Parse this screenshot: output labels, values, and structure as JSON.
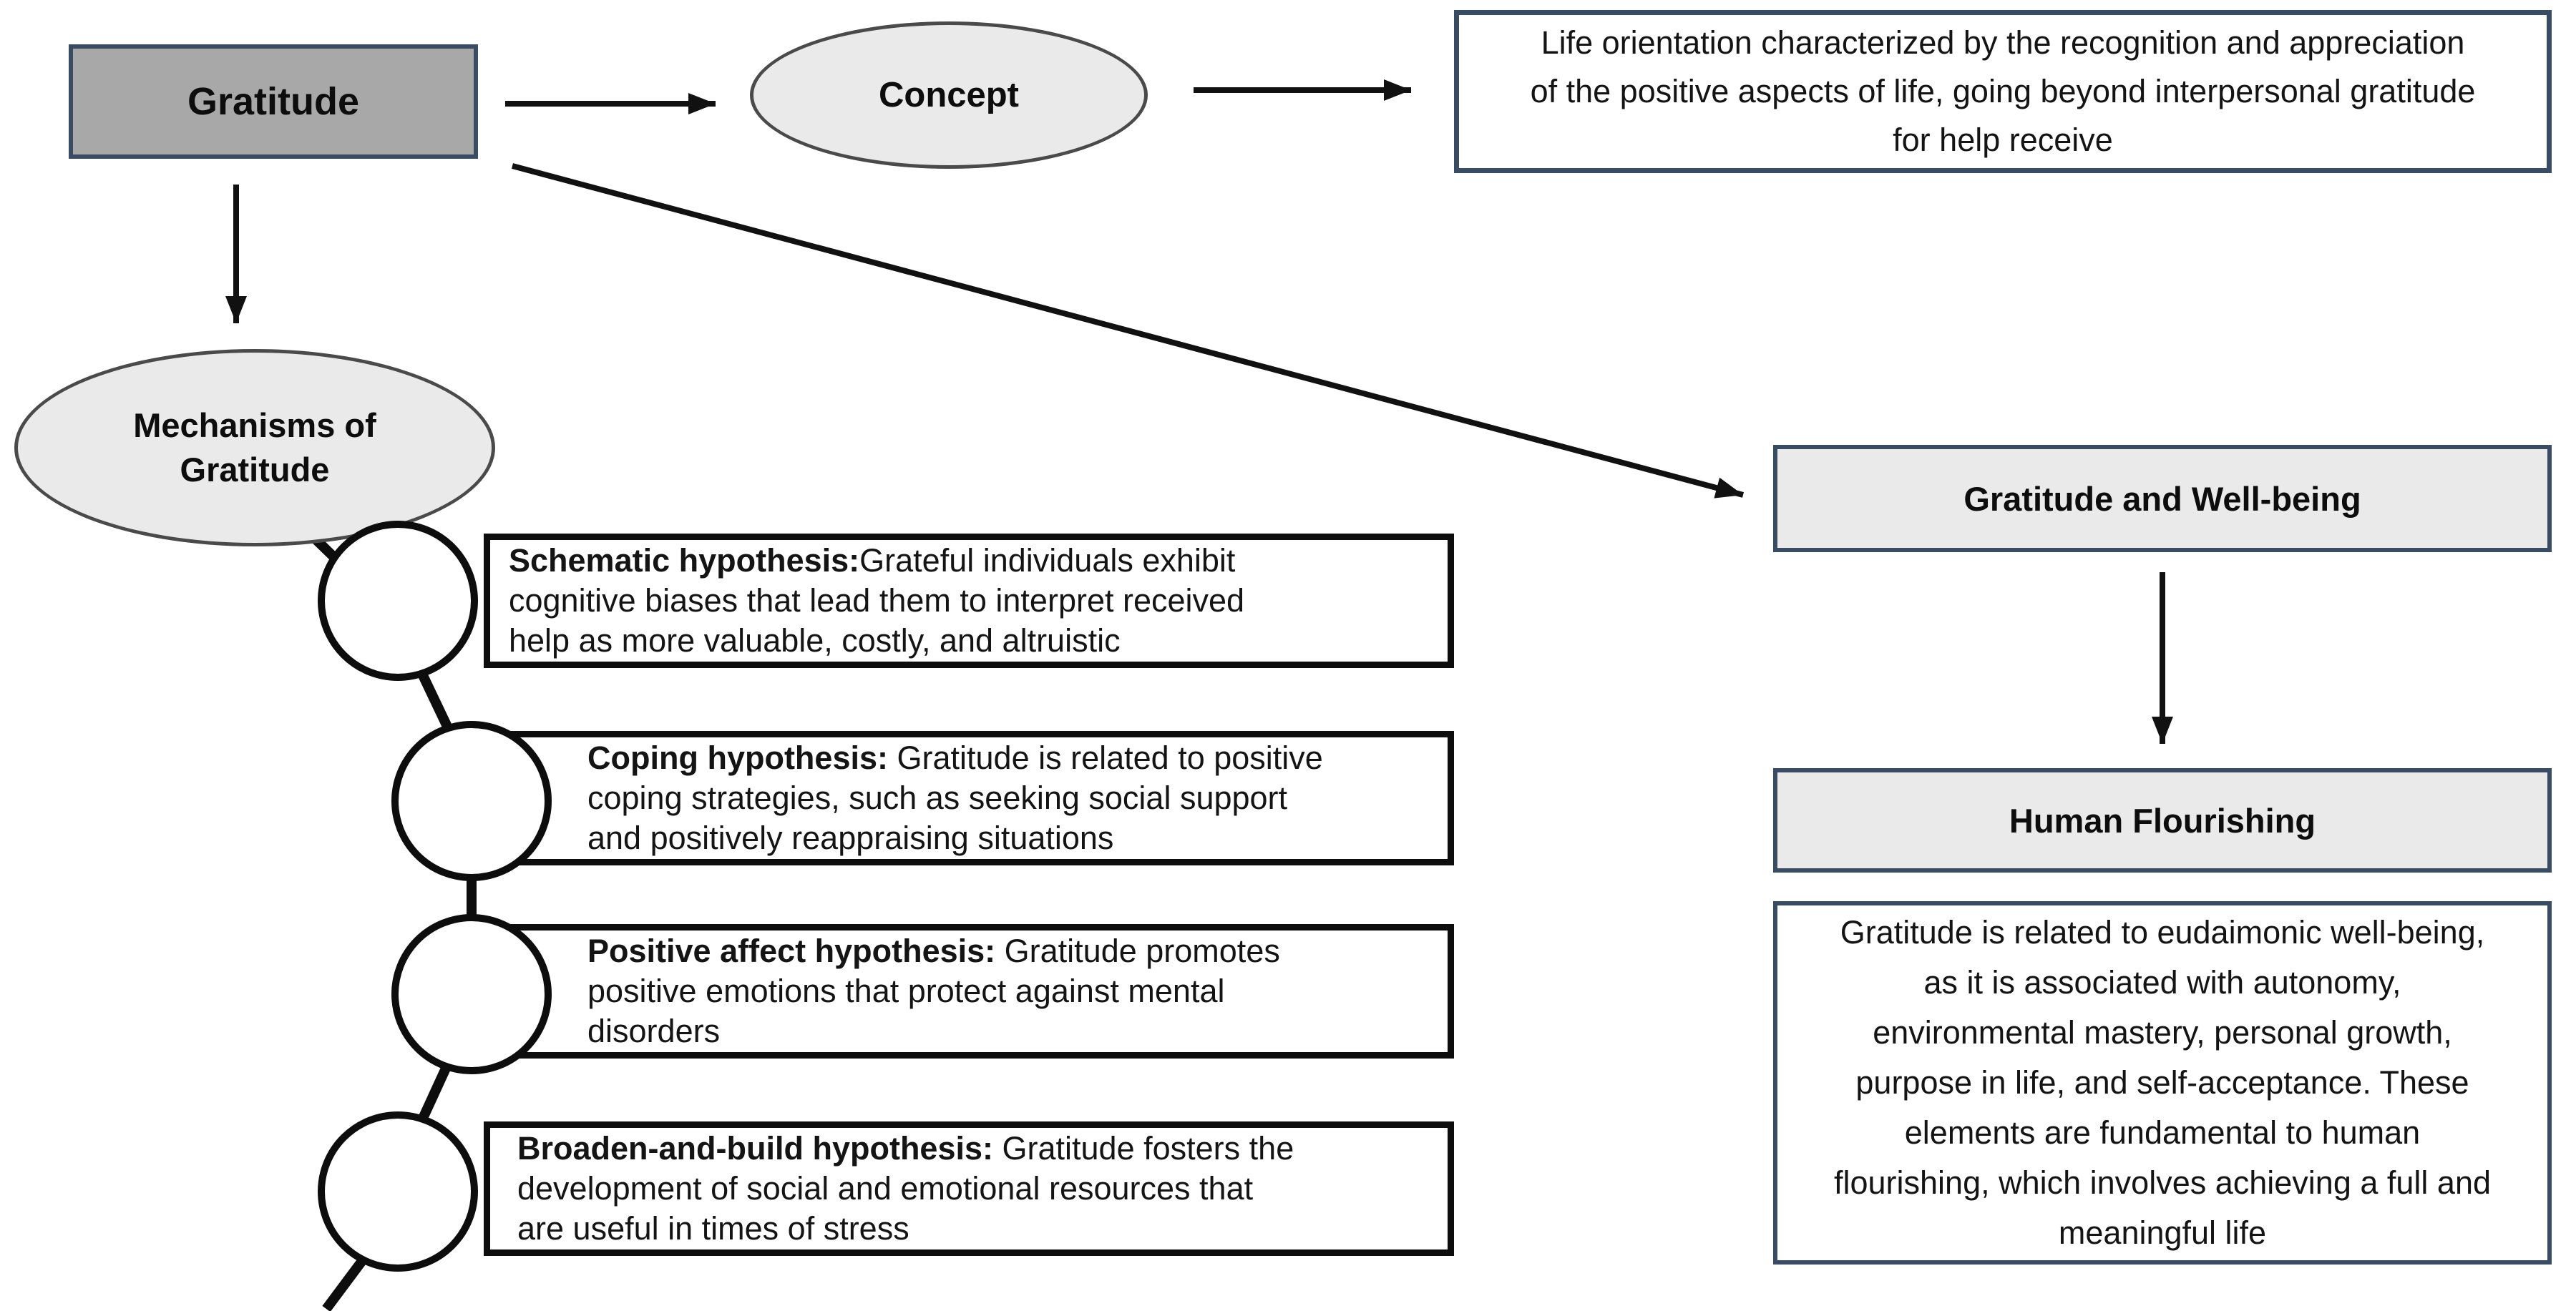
{
  "diagram": {
    "root": {
      "label": "Gratitude"
    },
    "concept": {
      "label": "Concept",
      "definition_lines": [
        "Life orientation characterized by the recognition and appreciation",
        "of the positive aspects of life, going beyond interpersonal gratitude",
        "for help receive"
      ]
    },
    "mechanisms": {
      "label": "Mechanisms of Gratitude",
      "hypotheses": [
        {
          "title": "Schematic hypothesis:",
          "lines": [
            "Grateful individuals exhibit",
            "cognitive biases that lead them to interpret received",
            "help as more valuable, costly, and altruistic"
          ]
        },
        {
          "title": "Coping hypothesis:",
          "lines": [
            " Gratitude is related to positive",
            "coping strategies, such as seeking social support",
            "and positively reappraising situations"
          ]
        },
        {
          "title": "Positive affect hypothesis:",
          "lines": [
            " Gratitude promotes",
            "positive emotions that protect against mental",
            "disorders"
          ]
        },
        {
          "title": "Broaden-and-build hypothesis:",
          "lines": [
            " Gratitude fosters the",
            "development of social and emotional resources that",
            "are useful in times of stress"
          ]
        }
      ]
    },
    "wellbeing": {
      "label": "Gratitude and Well-being"
    },
    "flourishing": {
      "label": "Human Flourishing",
      "definition_lines": [
        "Gratitude is related to eudaimonic well-being,",
        "as it is associated with autonomy,",
        "environmental mastery, personal growth,",
        "purpose in life, and self-acceptance. These",
        "elements are fundamental to human",
        "flourishing, which involves achieving a full and",
        "meaningful life"
      ]
    }
  },
  "colors": {
    "root_fill": "#a8a8a8",
    "node_fill": "#eaeaea",
    "frame_border": "#3a4c63",
    "line_black": "#111111"
  }
}
